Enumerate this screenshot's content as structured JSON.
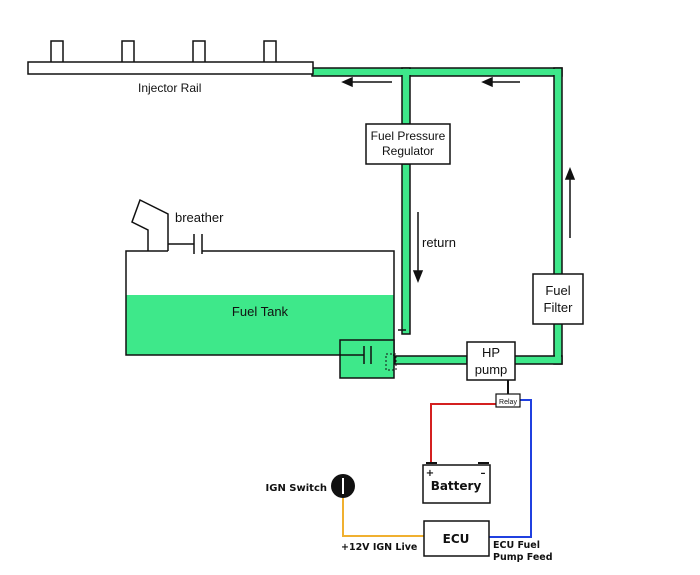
{
  "labels": {
    "injector_rail": "Injector Rail",
    "fpr_line1": "Fuel Pressure",
    "fpr_line2": "Regulator",
    "breather": "breather",
    "return": "return",
    "fuel_tank": "Fuel Tank",
    "fuel_filter_line1": "Fuel",
    "fuel_filter_line2": "Filter",
    "hp_pump_line1": "HP",
    "hp_pump_line2": "pump",
    "relay": "Relay",
    "battery": "Battery",
    "battery_plus": "+",
    "battery_minus": "–",
    "ign_switch": "IGN Switch",
    "ecu": "ECU",
    "ign_live": "+12V IGN Live",
    "ecu_feed_line1": "ECU Fuel",
    "ecu_feed_line2": "Pump Feed"
  },
  "colors": {
    "fuel": "#3ee88a",
    "wire_positive": "#d42020",
    "wire_ecu": "#2040e0",
    "wire_ign": "#f0b030",
    "outline": "#111111"
  }
}
